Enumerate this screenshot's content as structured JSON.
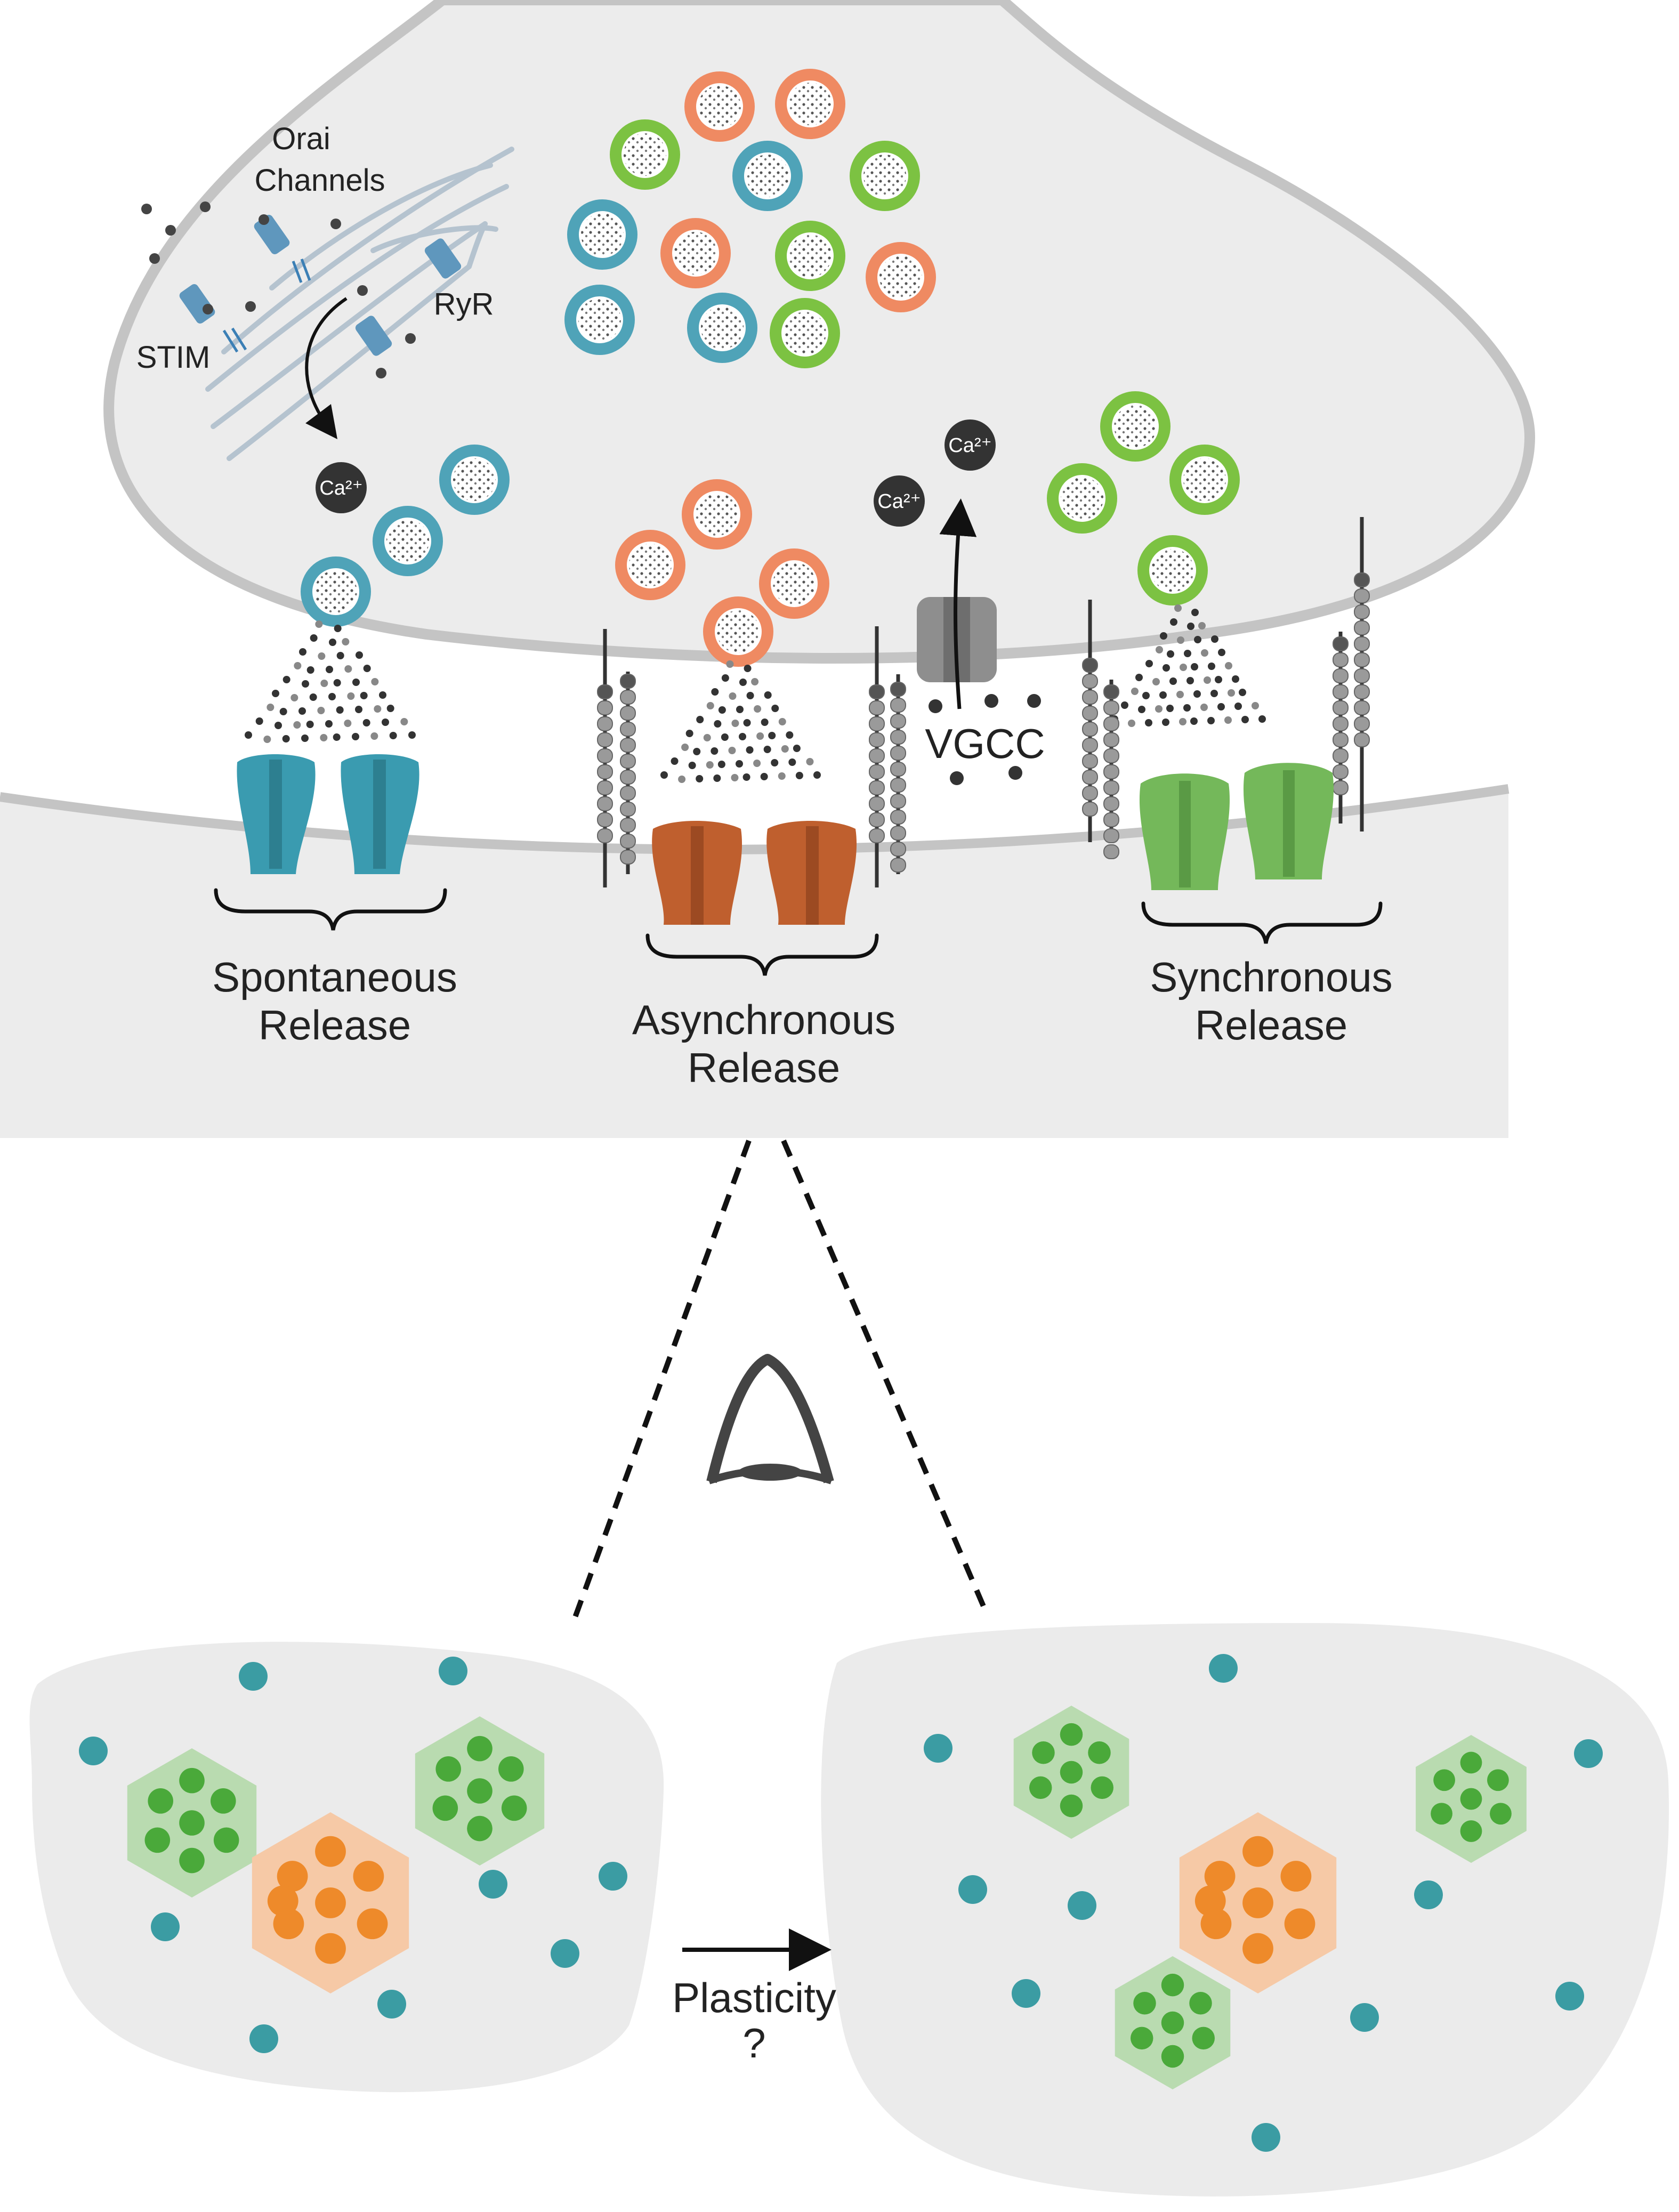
{
  "labels": {
    "orai": [
      "Orai",
      "Channels"
    ],
    "ryr": "RyR",
    "stim": "STIM",
    "vgcc": "VGCC",
    "ca_ion": "Ca²⁺",
    "spontaneous": [
      "Spontaneous",
      "Release"
    ],
    "asynchronous": [
      "Asynchronous",
      "Release"
    ],
    "synchronous": [
      "Synchronous",
      "Release"
    ],
    "plasticity": [
      "Plasticity",
      "?"
    ]
  },
  "colors": {
    "membrane": "#c4c4c4",
    "cytoplasm": "#ececec",
    "blue_vesicle": "#4fa3b8",
    "orange_vesicle": "#ef8a62",
    "green_vesicle": "#7cc242",
    "blue_receptor": "#3a9bb0",
    "brown_receptor": "#bf5f2e",
    "green_receptor": "#74b85a",
    "cluster_green_fill": "#b9dbb0",
    "cluster_green_dot": "#4aa93a",
    "cluster_orange_fill": "#f6c9a6",
    "cluster_orange_dot": "#ee8a2a",
    "teal_dot": "#3b9ca3"
  },
  "icons": [
    "endoplasmic-reticulum-icon",
    "calcium-ion-icon",
    "vgcc-channel-icon",
    "eye-icon",
    "arrow-right-icon"
  ]
}
